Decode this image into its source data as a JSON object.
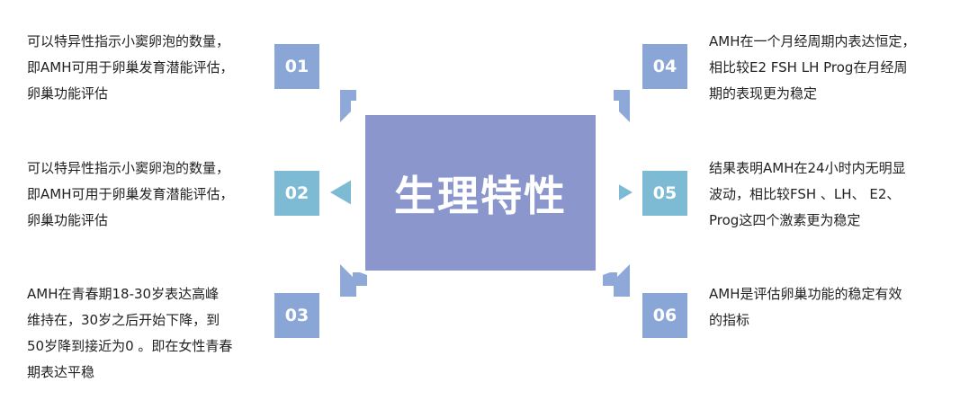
{
  "title": "生理特性",
  "colors": {
    "center_box": "#8a96cc",
    "number_box_dark": "#8aa6d6",
    "number_box_light": "#7dbad4",
    "corner_arrow": "#8ea9d8",
    "side_arrow": "#7dbad4",
    "text": "#222222"
  },
  "items": [
    {
      "number": "01",
      "lines": [
        "可以特异性指示小窦卵泡的数量，",
        "即AMH可用于卵巢发育潜能评估，",
        "卵巢功能评估"
      ]
    },
    {
      "number": "02",
      "lines": [
        "可以特异性指示小窦卵泡的数量，",
        "即AMH可用于卵巢发育潜能评估，",
        "卵巢功能评估"
      ]
    },
    {
      "number": "03",
      "lines": [
        "AMH在青春期18-30岁表达高峰",
        "维持在，30岁之后开始下降，到",
        "50岁降到接近为0 。即在女性青春",
        "期表达平稳"
      ]
    },
    {
      "number": "04",
      "lines": [
        "AMH在一个月经周期内表达恒定，",
        "相比较E2 FSH LH Prog在月经周",
        "期的表现更为稳定"
      ]
    },
    {
      "number": "05",
      "lines": [
        "结果表明AMH在24小时内无明显",
        "波动，相比较FSH 、LH、 E2、",
        "Prog这四个激素更为稳定"
      ]
    },
    {
      "number": "06",
      "lines": [
        "AMH是评估卵巢功能的稳定有效",
        "的指标"
      ]
    }
  ]
}
